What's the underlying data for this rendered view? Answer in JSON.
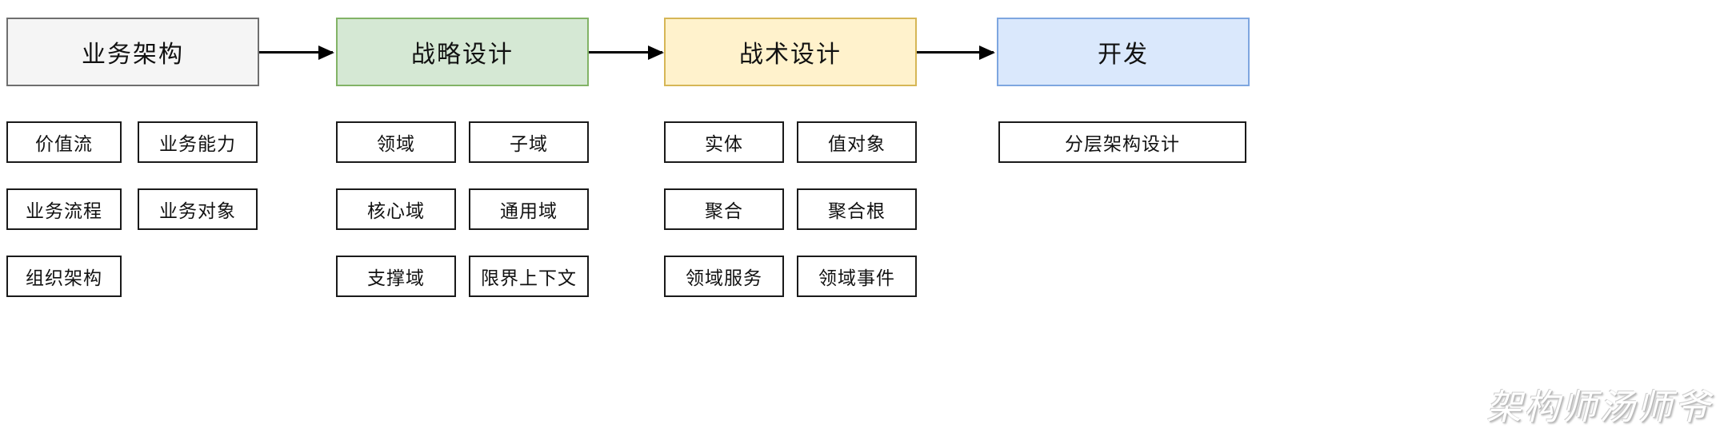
{
  "diagram": {
    "title_text_present": false,
    "phases": [
      {
        "label": "业务架构",
        "fill": "#f5f5f5",
        "stroke": "#6f6f6f"
      },
      {
        "label": "战略设计",
        "fill": "#d5e8d4",
        "stroke": "#82b366"
      },
      {
        "label": "战术设计",
        "fill": "#fff2cc",
        "stroke": "#d6b656"
      },
      {
        "label": "开发",
        "fill": "#dae8fc",
        "stroke": "#7ea6e0"
      }
    ],
    "arrows": [
      {
        "from": "业务架构",
        "to": "战略设计",
        "style": "solid-arrow"
      },
      {
        "from": "战略设计",
        "to": "战术设计",
        "style": "solid-arrow"
      },
      {
        "from": "战术设计",
        "to": "开发",
        "style": "solid-arrow"
      }
    ],
    "groups": [
      {
        "phase": "业务架构",
        "columns": [
          {
            "items": [
              "价值流",
              "业务流程",
              "组织架构"
            ]
          },
          {
            "items": [
              "业务能力",
              "业务对象"
            ]
          }
        ]
      },
      {
        "phase": "战略设计",
        "columns": [
          {
            "items": [
              "领域",
              "核心域",
              "支撑域"
            ]
          },
          {
            "items": [
              "子域",
              "通用域",
              "限界上下文"
            ]
          }
        ]
      },
      {
        "phase": "战术设计",
        "columns": [
          {
            "items": [
              "实体",
              "聚合",
              "领域服务"
            ]
          },
          {
            "items": [
              "值对象",
              "聚合根",
              "领域事件"
            ]
          }
        ]
      },
      {
        "phase": "开发",
        "columns": [
          {
            "items": [
              "分层架构设计"
            ]
          }
        ]
      }
    ],
    "watermark": "架构师汤师爷"
  }
}
